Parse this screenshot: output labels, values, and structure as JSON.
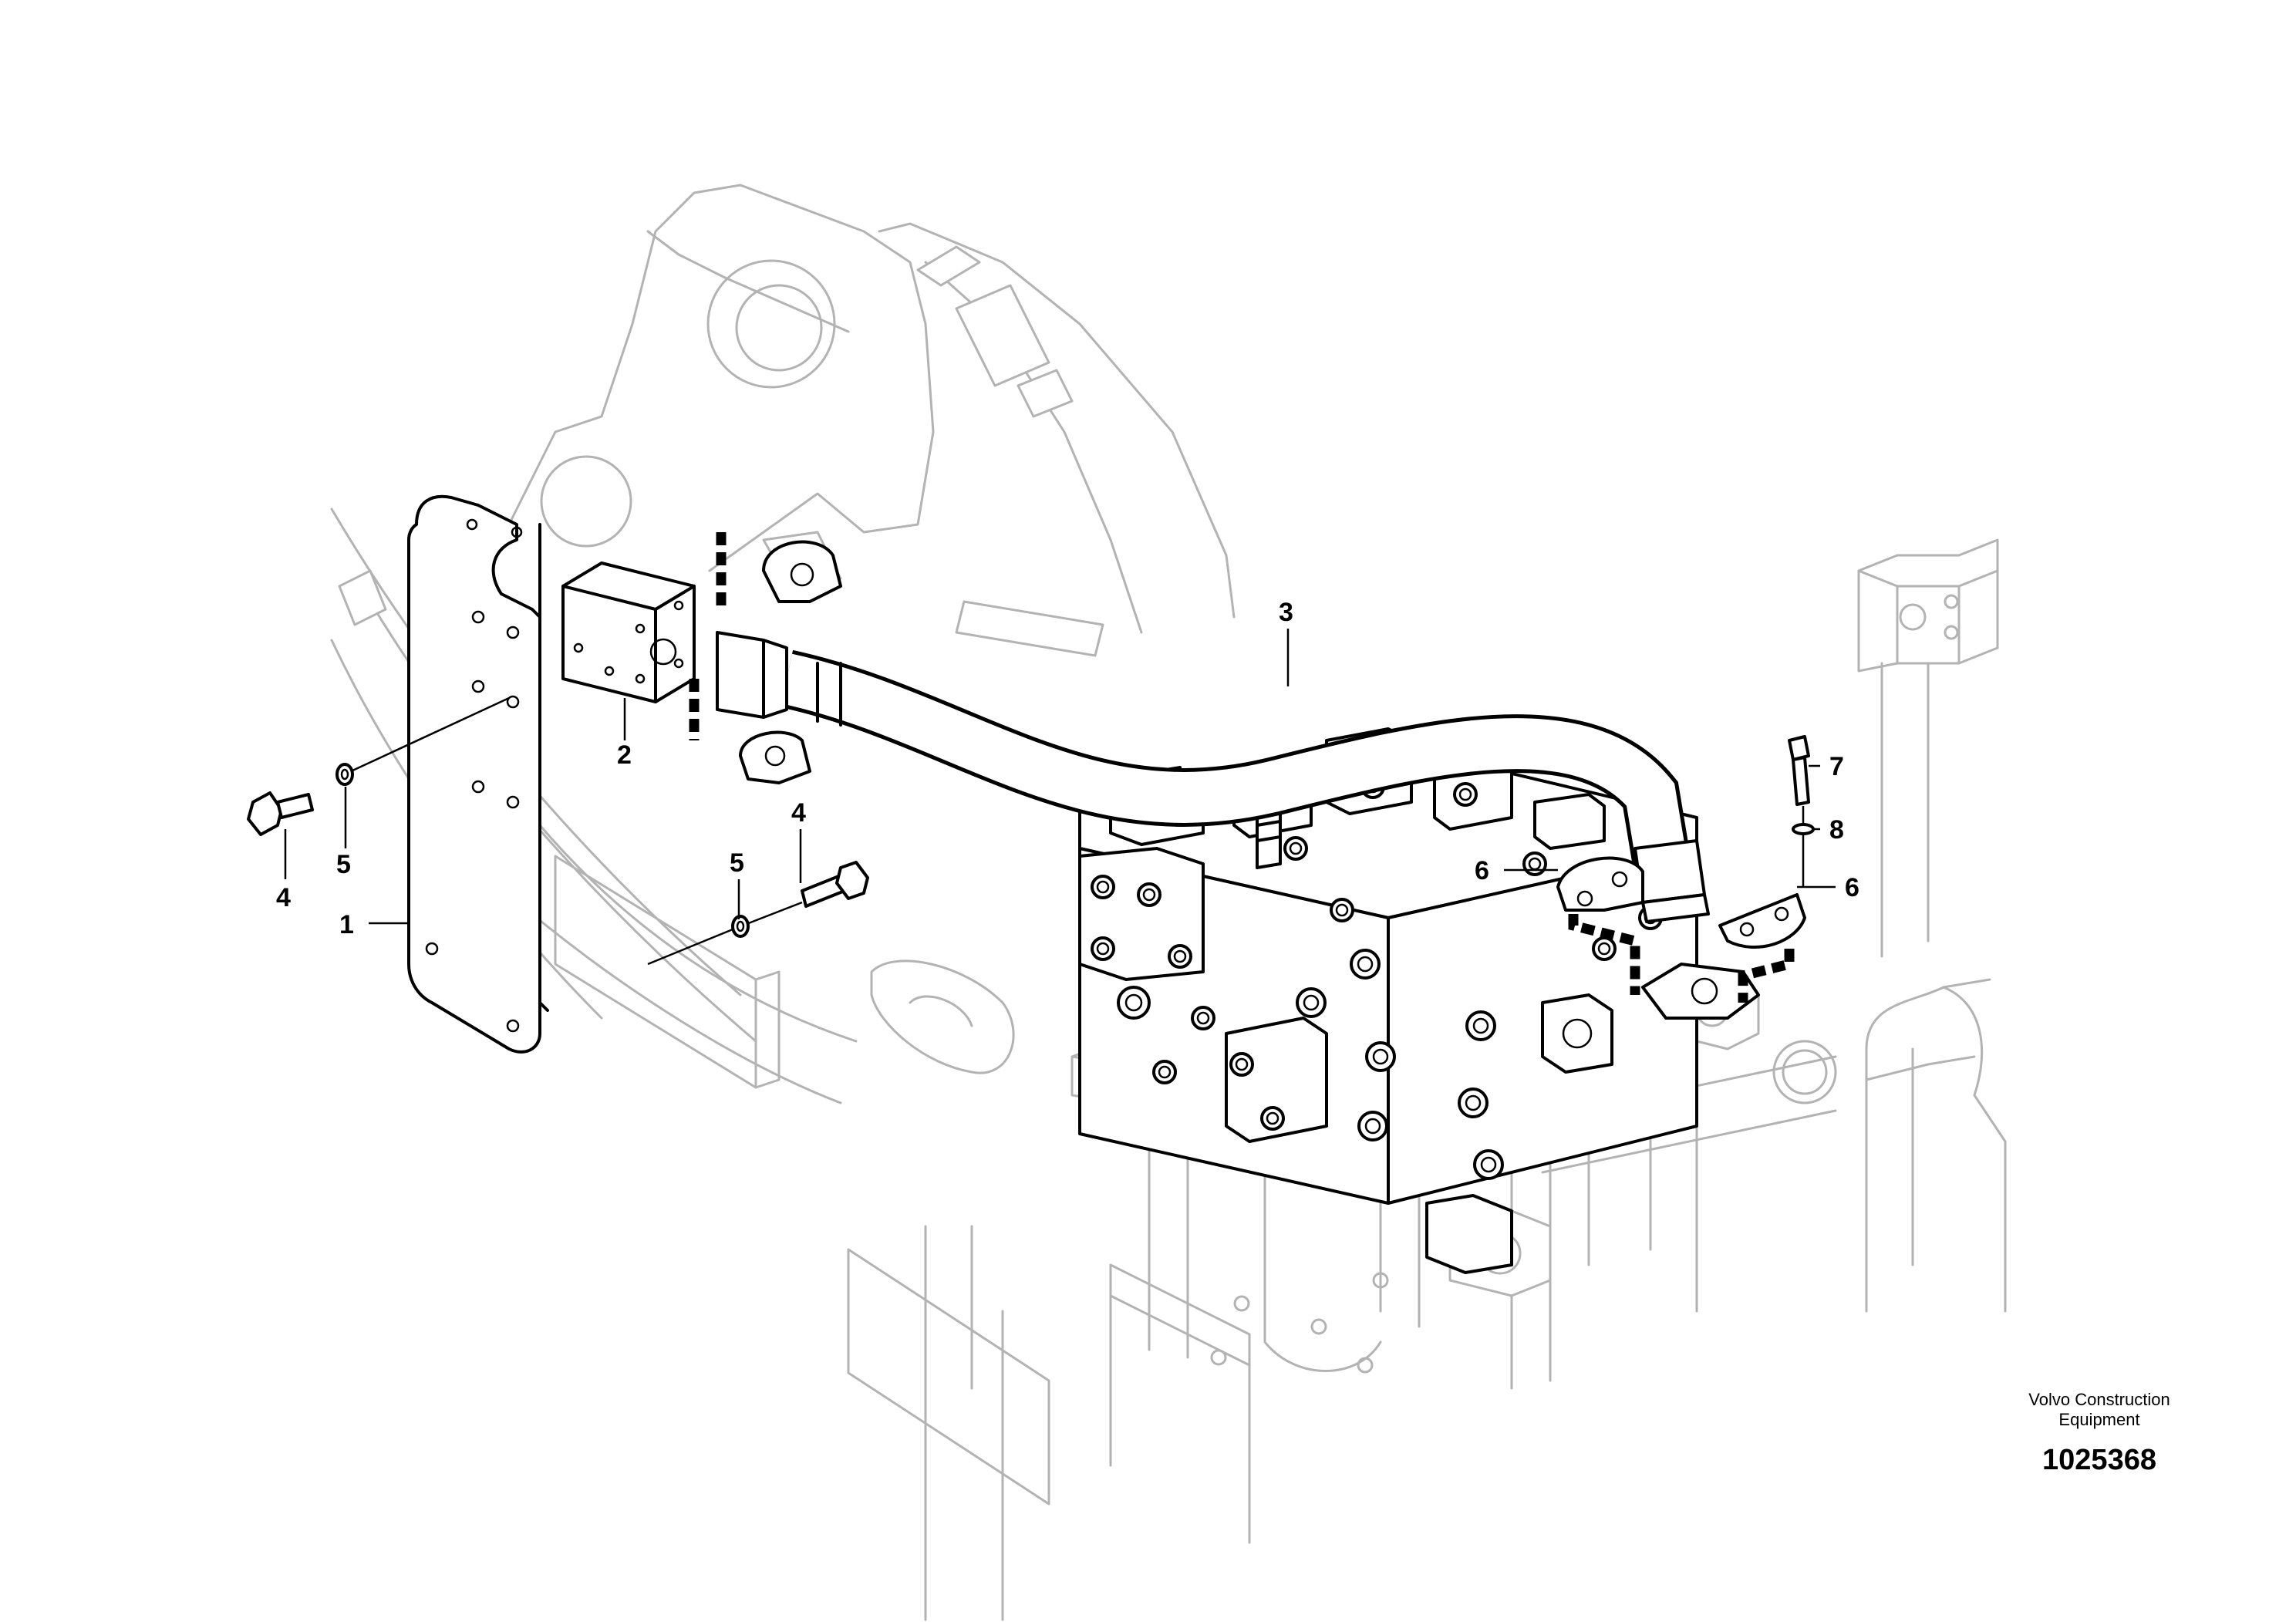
{
  "callouts": [
    {
      "id": "c1",
      "text": "1"
    },
    {
      "id": "c2",
      "text": "2"
    },
    {
      "id": "c3",
      "text": "3"
    },
    {
      "id": "c4a",
      "text": "4"
    },
    {
      "id": "c5a",
      "text": "5"
    },
    {
      "id": "c5b",
      "text": "5"
    },
    {
      "id": "c4b",
      "text": "4"
    },
    {
      "id": "c6a",
      "text": "6"
    },
    {
      "id": "c6b",
      "text": "6"
    },
    {
      "id": "c7",
      "text": "7"
    },
    {
      "id": "c8",
      "text": "8"
    }
  ],
  "footer": {
    "company_line1": "Volvo Construction",
    "company_line2": "Equipment",
    "drawing_number": "1025368"
  }
}
